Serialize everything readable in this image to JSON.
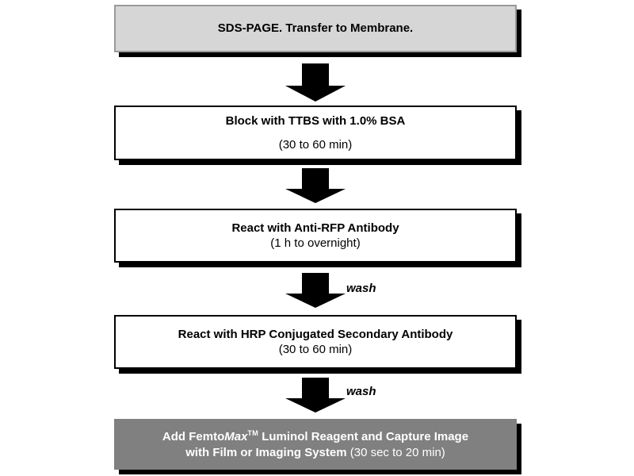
{
  "diagram": {
    "title": "Western blot detection protocol flowchart",
    "colors": {
      "box_fill_default": "#ffffff",
      "box_fill_light_gray": "#d6d6d6",
      "box_fill_dark_gray": "#808080",
      "border": "#000000",
      "shadow": "#000000",
      "text_default": "#000000",
      "text_on_dark": "#ffffff",
      "arrow": "#000000",
      "background": "#ffffff"
    },
    "steps": [
      {
        "id": "step-1",
        "style": "light-gray",
        "main": "SDS-PAGE.  Transfer to Membrane.",
        "sub": ""
      },
      {
        "id": "step-2",
        "style": "white",
        "main": "Block with TTBS with 1.0% BSA",
        "sub": "(30 to 60 min)"
      },
      {
        "id": "step-3",
        "style": "white",
        "main": "React with Anti-RFP Antibody",
        "sub": "(1 h to overnight)"
      },
      {
        "id": "step-4",
        "style": "white",
        "main": "React with HRP Conjugated Secondary Antibody",
        "sub": "(30 to 60 min)"
      },
      {
        "id": "step-5",
        "style": "dark-gray",
        "main_part1": "Add Femto",
        "main_brand": "Max",
        "main_tm": "TM",
        "main_part2": " Luminol Reagent and Capture Image",
        "sub_bold": "with Film or Imaging System ",
        "sub_plain": "(30 sec to 20 min)"
      }
    ],
    "connectors": [
      {
        "id": "arrow-1",
        "label": ""
      },
      {
        "id": "arrow-2",
        "label": ""
      },
      {
        "id": "arrow-3",
        "label": "wash"
      },
      {
        "id": "arrow-4",
        "label": "wash"
      }
    ]
  }
}
